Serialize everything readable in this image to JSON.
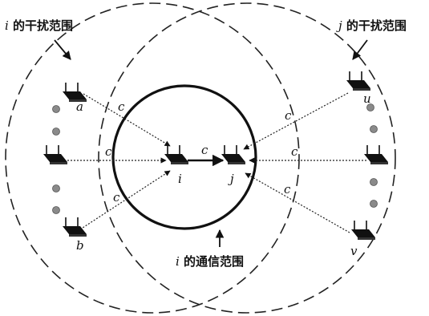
{
  "labels": {
    "i_interference_var": "i",
    "i_interference_text": " 的干扰范围",
    "j_interference_var": "j",
    "j_interference_text": " 的干扰范围",
    "i_comm_var": "i",
    "i_comm_text": " 的通信范围"
  },
  "nodes": {
    "a": "a",
    "b": "b",
    "i": "i",
    "j": "j",
    "u": "u",
    "v": "v"
  },
  "links": {
    "c": "c"
  }
}
